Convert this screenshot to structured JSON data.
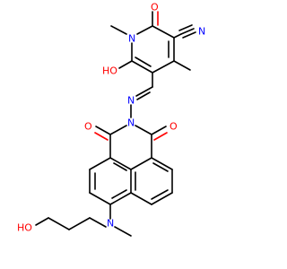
{
  "molecule": {
    "atoms": [
      {
        "id": "o_nitrile",
        "label": "N",
        "color": "#0000ff"
      },
      {
        "id": "o_top",
        "label": "O",
        "color": "#ff0000"
      },
      {
        "id": "n_pyr",
        "label": "N",
        "color": "#0000ff"
      },
      {
        "id": "ho_left",
        "label": "HO",
        "color": "#ff0000"
      },
      {
        "id": "n_azine",
        "label": "N",
        "color": "#0000ff"
      },
      {
        "id": "n_imide",
        "label": "N",
        "color": "#0000ff"
      },
      {
        "id": "o_imide_left",
        "label": "O",
        "color": "#ff0000"
      },
      {
        "id": "o_imide_right",
        "label": "O",
        "color": "#ff0000"
      },
      {
        "id": "n_amine",
        "label": "N",
        "color": "#0000ff"
      },
      {
        "id": "ho_bottom",
        "label": "HO",
        "color": "#ff0000"
      }
    ],
    "colors": {
      "carbon": "#000000",
      "nitrogen": "#0000ff",
      "oxygen": "#ff0000"
    }
  }
}
